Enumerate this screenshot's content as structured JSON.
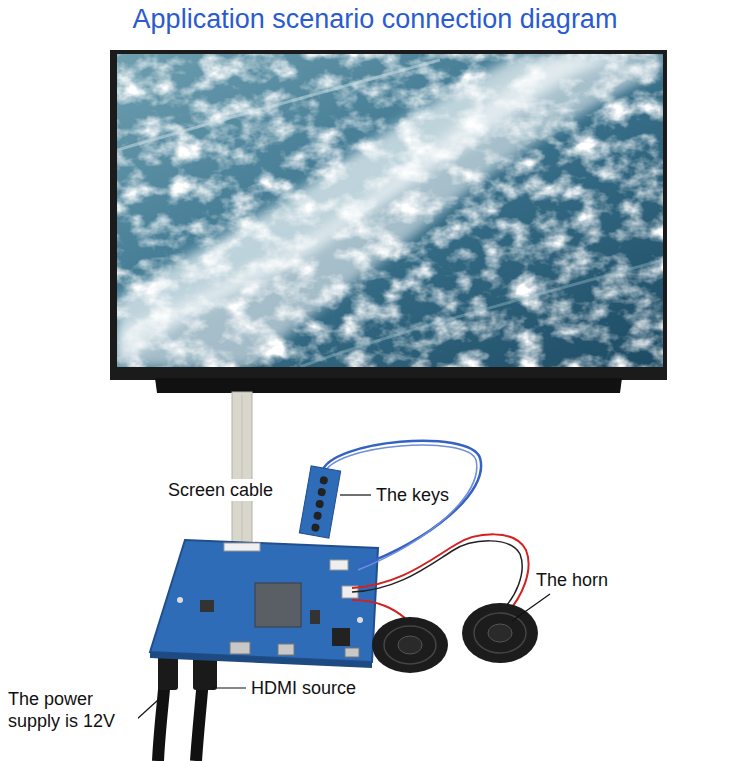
{
  "diagram": {
    "title": "Application scenario connection diagram",
    "labels": [
      "Screen cable",
      "The keys",
      "The horn",
      "HDMI source",
      "The power supply is 12V"
    ]
  }
}
